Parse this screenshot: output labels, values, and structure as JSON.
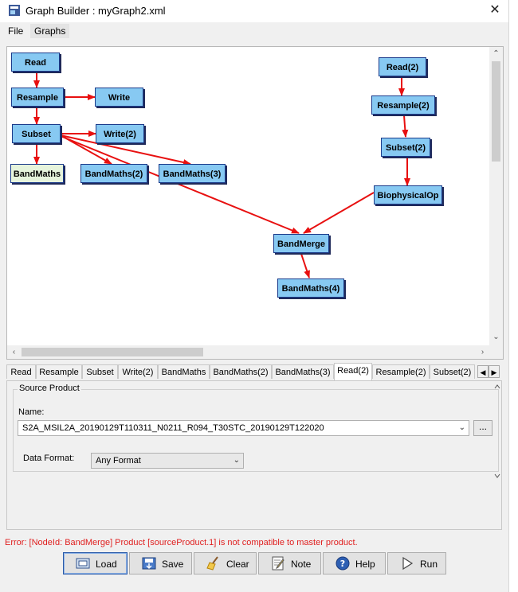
{
  "window": {
    "title": "Graph Builder : myGraph2.xml",
    "close_glyph": "✕"
  },
  "menu": {
    "items": [
      "File",
      "Graphs"
    ]
  },
  "graph": {
    "nodes": {
      "read": "Read",
      "resample": "Resample",
      "write": "Write",
      "subset": "Subset",
      "write2": "Write(2)",
      "bandmaths": "BandMaths",
      "bandmaths2": "BandMaths(2)",
      "bandmaths3": "BandMaths(3)",
      "read2": "Read(2)",
      "resample2": "Resample(2)",
      "subset2": "Subset(2)",
      "biophysical": "BiophysicalOp",
      "bandmerge": "BandMerge",
      "bandmaths4": "BandMaths(4)"
    },
    "edge_color": "#e81010",
    "node_color": "#87c9f2"
  },
  "tabs": [
    "Read",
    "Resample",
    "Subset",
    "Write(2)",
    "BandMaths",
    "BandMaths(2)",
    "BandMaths(3)",
    "Read(2)",
    "Resample(2)",
    "Subset(2)"
  ],
  "active_tab": "Read(2)",
  "source_product": {
    "group_title": "Source Product",
    "name_label": "Name:",
    "name_value": "S2A_MSIL2A_20190129T110311_N0211_R094_T30STC_20190129T122020",
    "browse_label": "...",
    "format_label": "Data Format:",
    "format_value": "Any Format"
  },
  "error": "Error: [NodeId: BandMerge] Product [sourceProduct.1] is not compatible to master product.",
  "buttons": {
    "load": "Load",
    "save": "Save",
    "clear": "Clear",
    "note": "Note",
    "help": "Help",
    "run": "Run"
  },
  "colors": {
    "error": "#e02020",
    "accent": "#2a5aa8"
  }
}
